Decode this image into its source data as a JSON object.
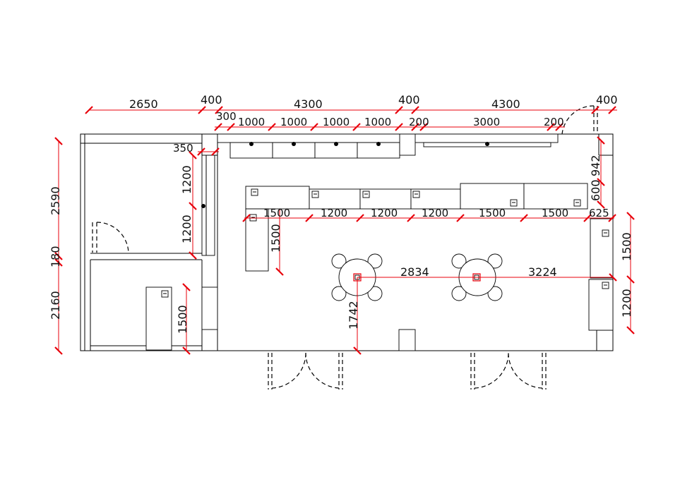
{
  "diagram": {
    "dimensions_top": [
      "2650",
      "400",
      "4300",
      "400",
      "4300",
      "400"
    ],
    "dimensions_top_sub": [
      "300",
      "1000",
      "1000",
      "1000",
      "1000",
      "200",
      "3000",
      "200"
    ],
    "dimension_350": "350",
    "dimensions_left": [
      "2590",
      "180",
      "2160"
    ],
    "dimensions_room_left": [
      "1200",
      "1200",
      "1500"
    ],
    "dimensions_row": [
      "1500",
      "1200",
      "1200",
      "1200",
      "1500",
      "1500",
      "625"
    ],
    "dimension_counter_depth": "1500",
    "dimension_table_distance": "2834",
    "dimension_table_distance_2": "3224",
    "dimension_table_to_wall": "1742",
    "dimensions_right": [
      "942",
      "600",
      "1500",
      "1200"
    ],
    "colors": {
      "dimension": "#e8000b",
      "wall": "#000000",
      "background": "#ffffff"
    }
  }
}
